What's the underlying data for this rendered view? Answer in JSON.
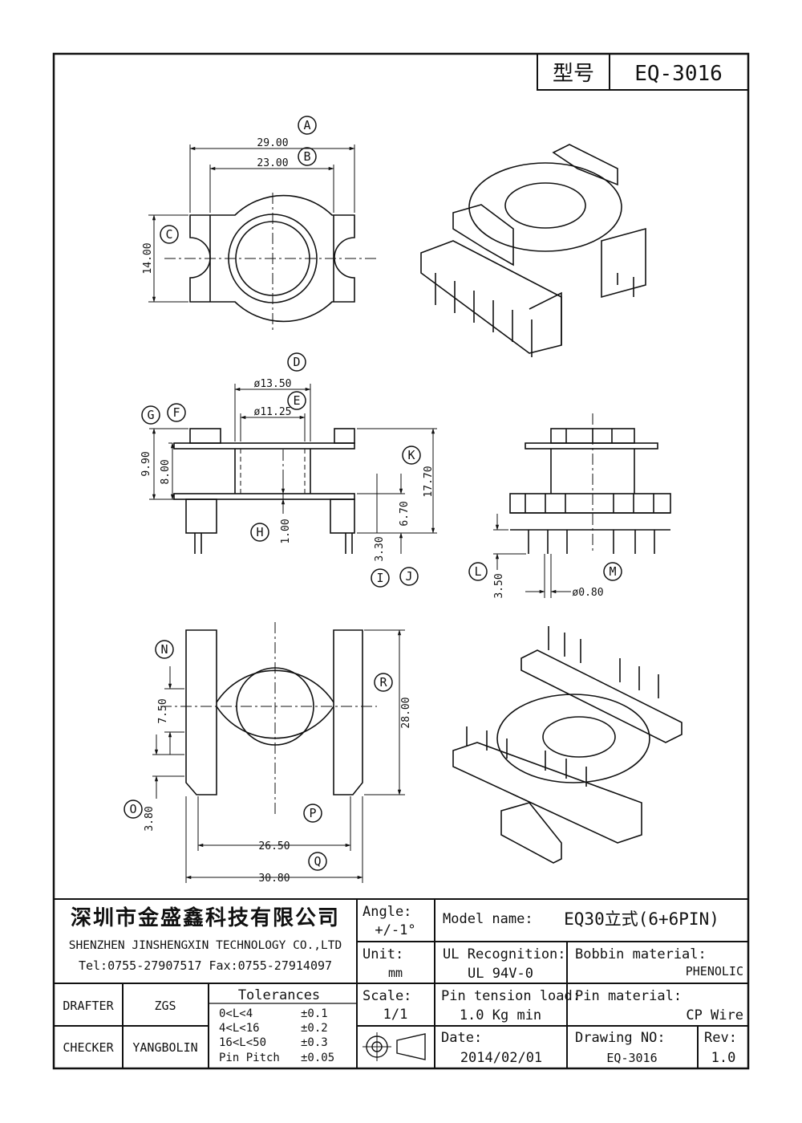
{
  "header": {
    "model_label_cn": "型号",
    "model": "EQ-3016"
  },
  "dims": {
    "A": "29.00",
    "B": "23.00",
    "C": "14.00",
    "D": "ø13.50",
    "E": "ø11.25",
    "G": "9.90",
    "F": "8.00",
    "H": "1.00",
    "I": "3.30",
    "J": "6.70",
    "K": "17.70",
    "L": "3.50",
    "M": "ø0.80",
    "N": "7.50",
    "O": "3.80",
    "R": "28.00",
    "P": "26.50",
    "Q": "30.80"
  },
  "balloons": [
    "A",
    "B",
    "C",
    "D",
    "E",
    "F",
    "G",
    "H",
    "I",
    "J",
    "K",
    "L",
    "M",
    "N",
    "O",
    "P",
    "Q",
    "R"
  ],
  "title_block": {
    "company_cn": "深圳市金盛鑫科技有限公司",
    "company_en": "SHENZHEN JINSHENGXIN TECHNOLOGY CO.,LTD",
    "contact": "Tel:0755-27907517   Fax:0755-27914097",
    "angle_label": "Angle:",
    "angle_value": "+/-1°",
    "unit_label": "Unit:",
    "unit_value": "mm",
    "scale_label": "Scale:",
    "scale_value": "1/1",
    "model_name_label": "Model name:",
    "model_name_value": "EQ30立式(6+6PIN)",
    "ul_label": "UL Recognition:",
    "ul_value": "UL 94V-0",
    "bobbin_label": "Bobbin material:",
    "bobbin_value": "PHENOLIC",
    "pin_tension_label": "Pin tension load:",
    "pin_tension_value": "1.0 Kg min",
    "pin_material_label": "Pin material:",
    "pin_material_value": "CP Wire",
    "date_label": "Date:",
    "date_value": "2014/02/01",
    "drawing_no_label": "Drawing NO:",
    "drawing_no_value": "EQ-3016",
    "rev_label": "Rev:",
    "rev_value": "1.0",
    "drafter_label": "DRAFTER",
    "drafter_value": "ZGS",
    "checker_label": "CHECKER",
    "checker_value": "YANGBOLIN",
    "tolerances_title": "Tolerances",
    "tolerances": [
      {
        "range": "0<L<4",
        "tol": "±0.1"
      },
      {
        "range": "4<L<16",
        "tol": "±0.2"
      },
      {
        "range": "16<L<50",
        "tol": "±0.3"
      },
      {
        "range": "Pin Pitch",
        "tol": "±0.05"
      }
    ]
  }
}
